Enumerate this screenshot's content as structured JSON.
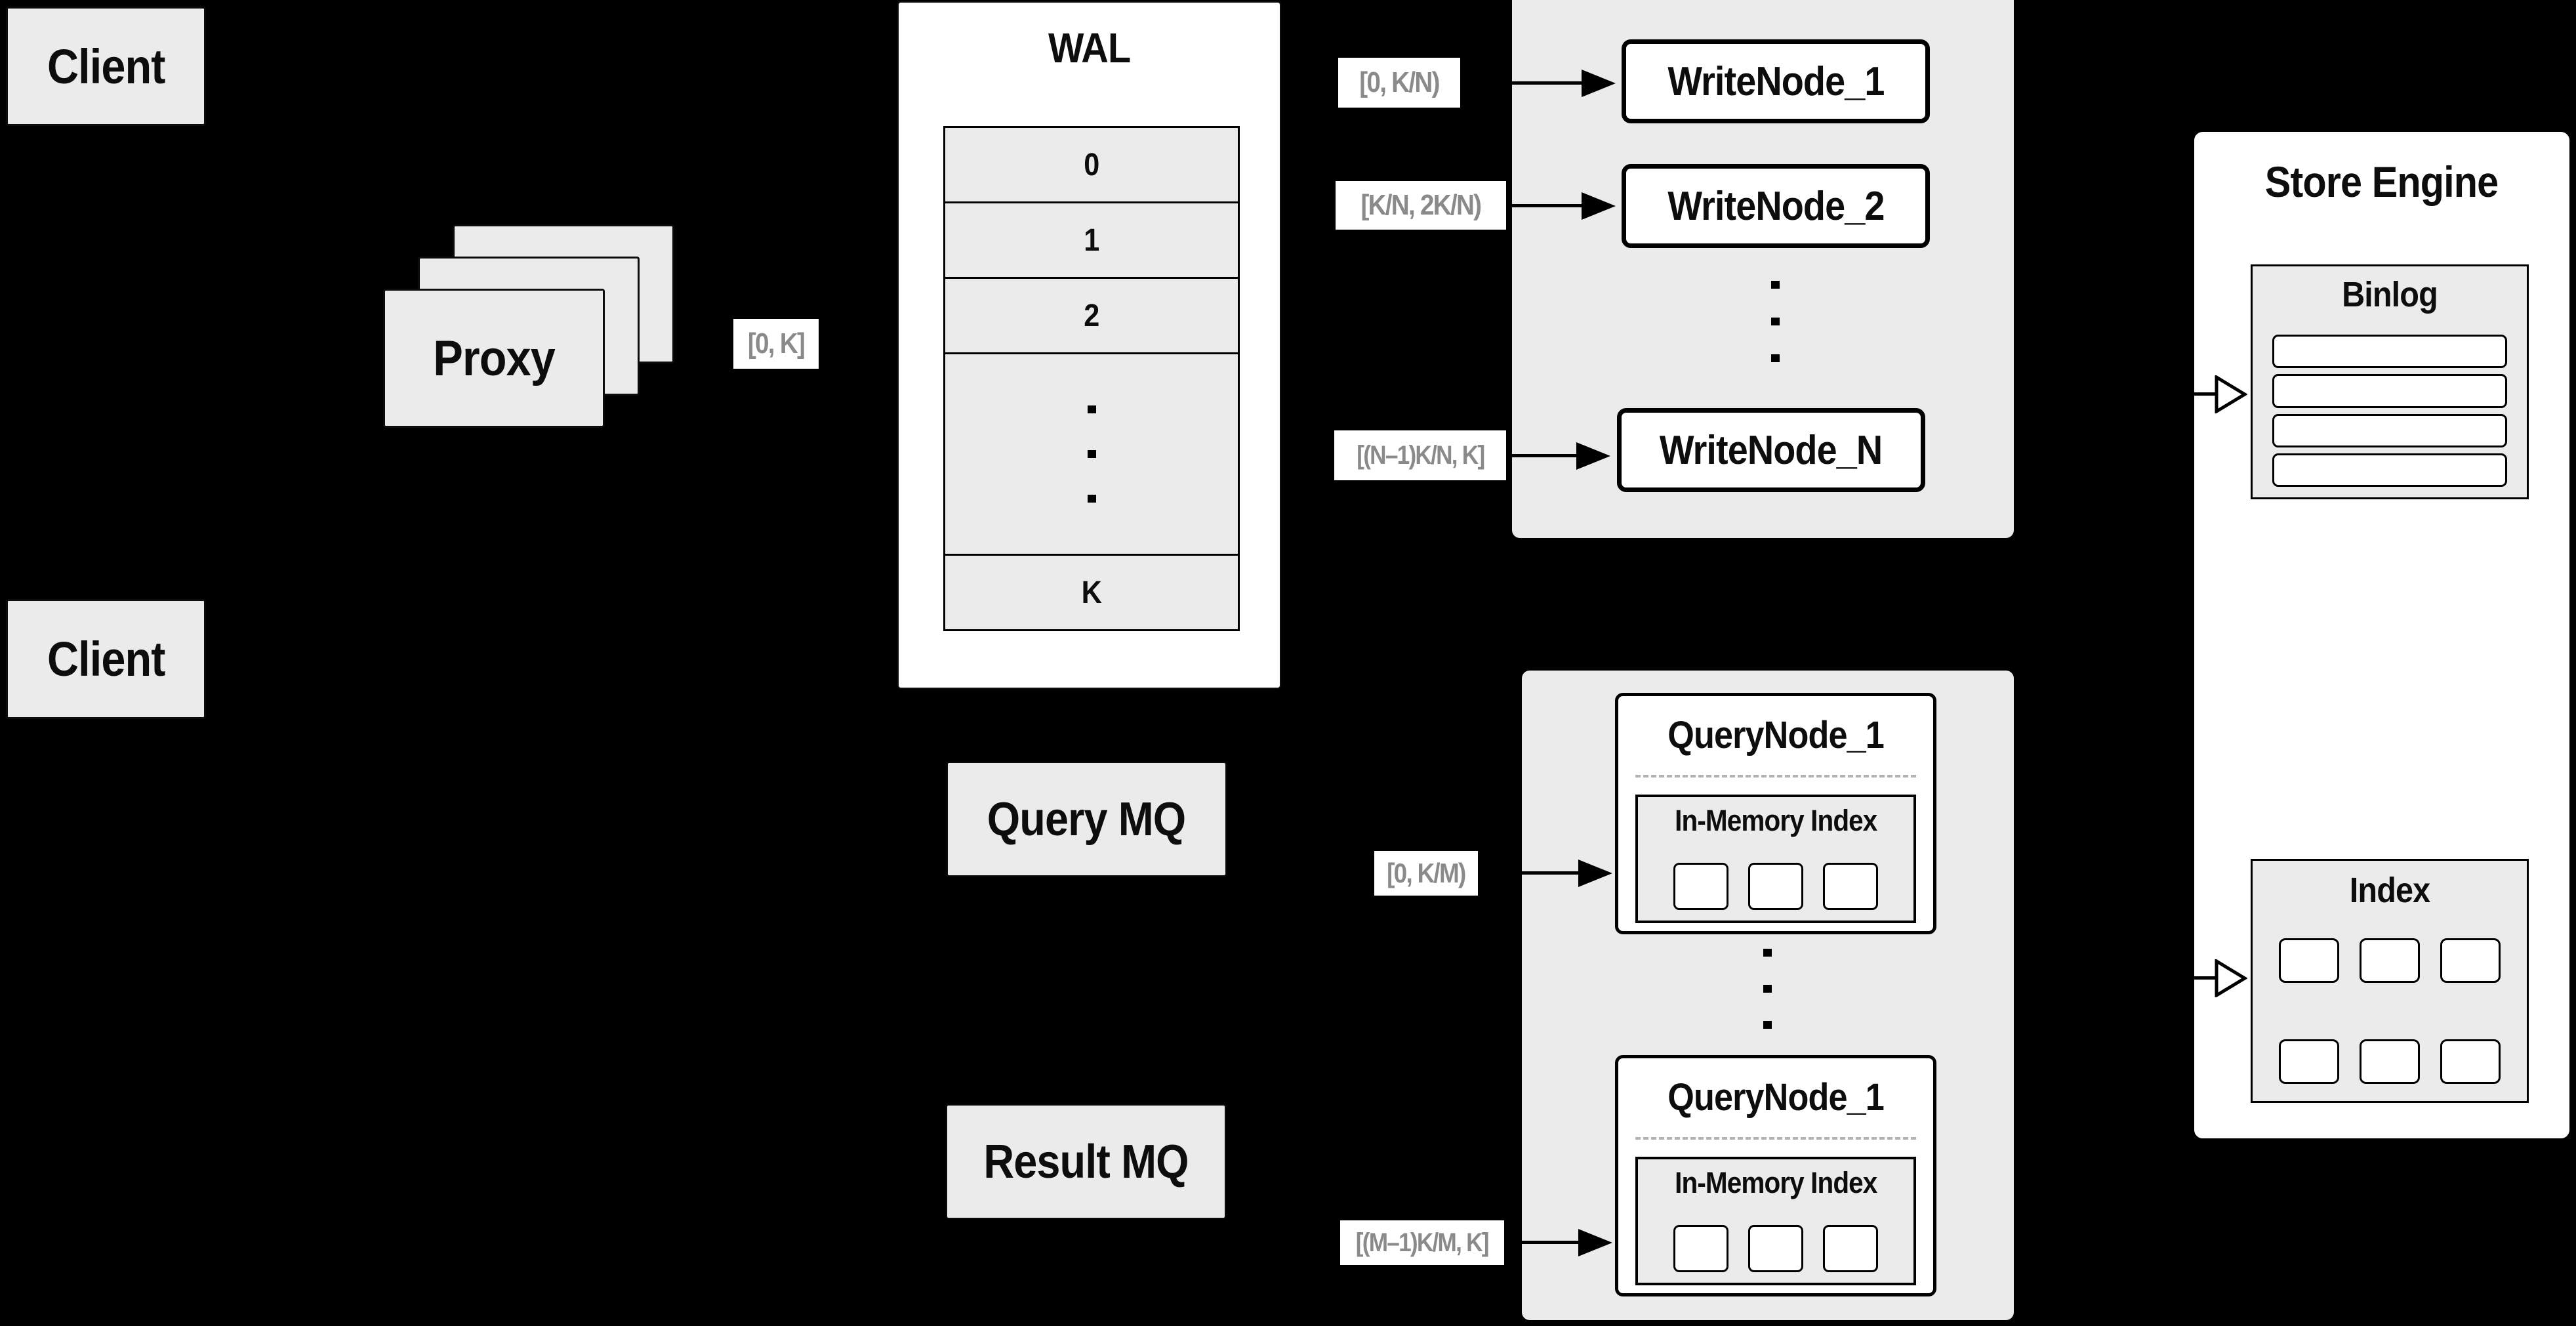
{
  "diagram": {
    "clients": {
      "top": "Client",
      "bottom": "Client"
    },
    "proxy": {
      "label": "Proxy"
    },
    "wal": {
      "title": "WAL",
      "rows": [
        "0",
        "1",
        "2"
      ],
      "last_row": "K"
    },
    "ranges": {
      "proxy_out": "[0, K]",
      "write_node_1": "[0,  K/N)",
      "write_node_2": "[K/N, 2K/N)",
      "write_node_n": "[(N–1)K/N,  K]",
      "query_node_1": "[0, K/M)",
      "query_node_m": "[(M–1)K/M, K]"
    },
    "write_cluster": {
      "nodes": [
        "WriteNode_1",
        "WriteNode_2",
        "WriteNode_N"
      ]
    },
    "mq": {
      "query": "Query MQ",
      "result": "Result MQ"
    },
    "query_cluster": {
      "nodes": [
        {
          "title": "QueryNode_1",
          "inner_title": "In-Memory Index"
        },
        {
          "title": "QueryNode_1",
          "inner_title": "In-Memory Index"
        }
      ]
    },
    "store_engine": {
      "title": "Store Engine",
      "binlog_title": "Binlog",
      "index_title": "Index"
    }
  },
  "colors": {
    "background": "#000000",
    "panel_white": "#ffffff",
    "panel_gray": "#ebebeb",
    "border": "#000000",
    "range_text": "#8a8a8a",
    "dashed_divider": "#b3b3b3"
  }
}
